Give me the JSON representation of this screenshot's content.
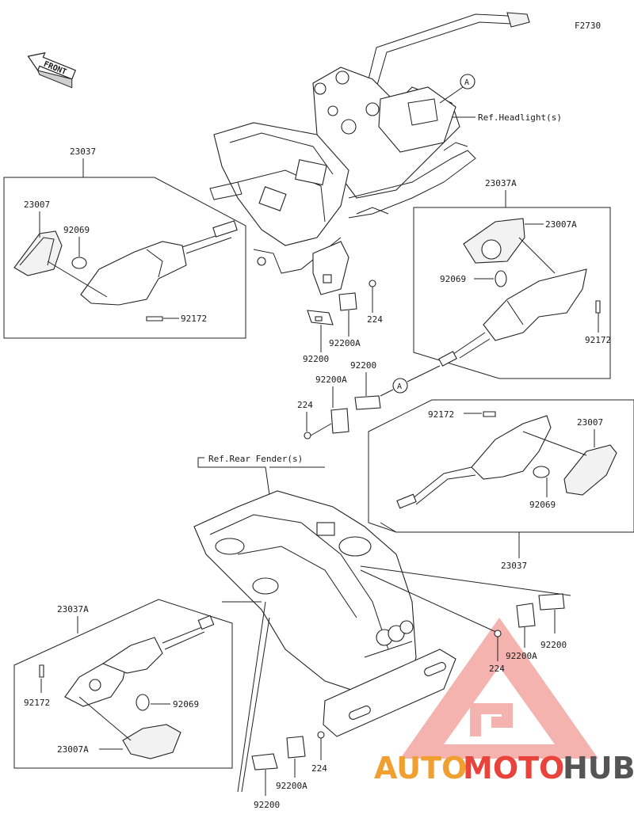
{
  "diagram_code": "F2730",
  "front_label": "FRONT",
  "ref_headlight": "Ref.Headlight(s)",
  "ref_rear_fender": "Ref.Rear Fender(s)",
  "callout_letter": "A",
  "parts": {
    "p23037_top": "23037",
    "p23007_left": "23007",
    "p92069_left": "92069",
    "p92172_left": "92172",
    "p224_top": "224",
    "p92200A_top": "92200A",
    "p92200_top": "92200",
    "p23037A_right": "23037A",
    "p23007A_right": "23007A",
    "p92069_right": "92069",
    "p92172_right": "92172",
    "p92200_mid": "92200",
    "p92200A_mid": "92200A",
    "p224_mid": "224",
    "p92172_mid": "92172",
    "p23007_mid": "23007",
    "p92069_mid": "92069",
    "p23037_mid": "23037",
    "p23037A_bottom": "23037A",
    "p92172_bottom": "92172",
    "p92069_bottom": "92069",
    "p23007A_bottom": "23007A",
    "p224_bottom": "224",
    "p92200A_bottom": "92200A",
    "p92200_bottom": "92200",
    "p92200_br": "92200",
    "p92200A_br": "92200A",
    "p224_br": "224"
  },
  "watermark": {
    "part1": "AUTO",
    "part2": "MOTO",
    "part3": "HUB",
    "color_red": "#e8443c",
    "color_orange": "#f0a030",
    "color_grey": "#555555"
  }
}
